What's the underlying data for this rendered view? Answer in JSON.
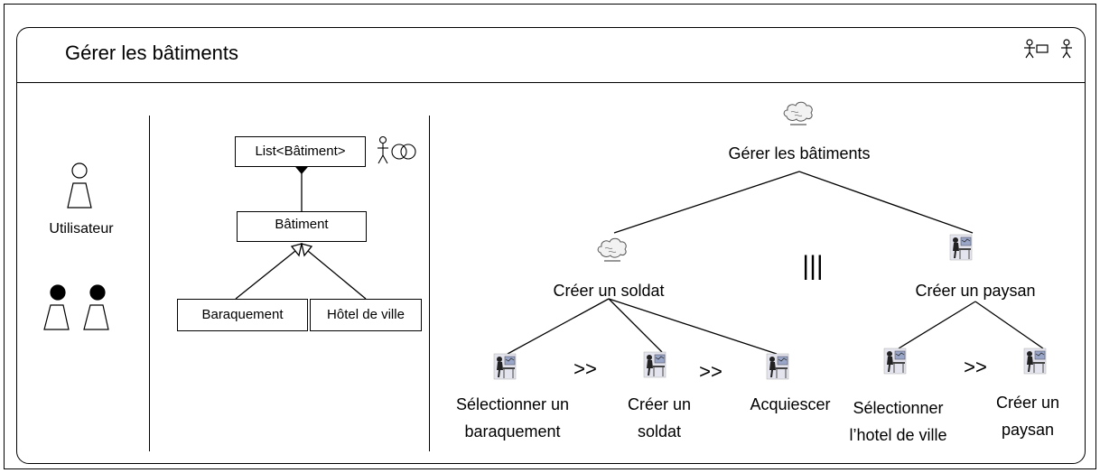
{
  "title": "Gérer les bâtiments",
  "actors": {
    "user_label": "Utilisateur"
  },
  "class_diagram": {
    "list_class": "List<Bâtiment>",
    "base_class": "Bâtiment",
    "subclass_left": "Baraquement",
    "subclass_right": "Hôtel de ville"
  },
  "task_tree": {
    "root": "Gérer les bâtiments",
    "left_task": "Créer un soldat",
    "right_task": "Créer un paysan",
    "parallel_operator": "|||",
    "sequence_operator": ">>",
    "leaves": [
      {
        "line1": "Sélectionner un",
        "line2": "baraquement"
      },
      {
        "line1": "Créer un",
        "line2": "soldat"
      },
      {
        "line1": "Acquiescer",
        "line2": ""
      },
      {
        "line1": "Sélectionner",
        "line2": "l’hotel de ville"
      },
      {
        "line1": "Créer un",
        "line2": "paysan"
      }
    ]
  }
}
